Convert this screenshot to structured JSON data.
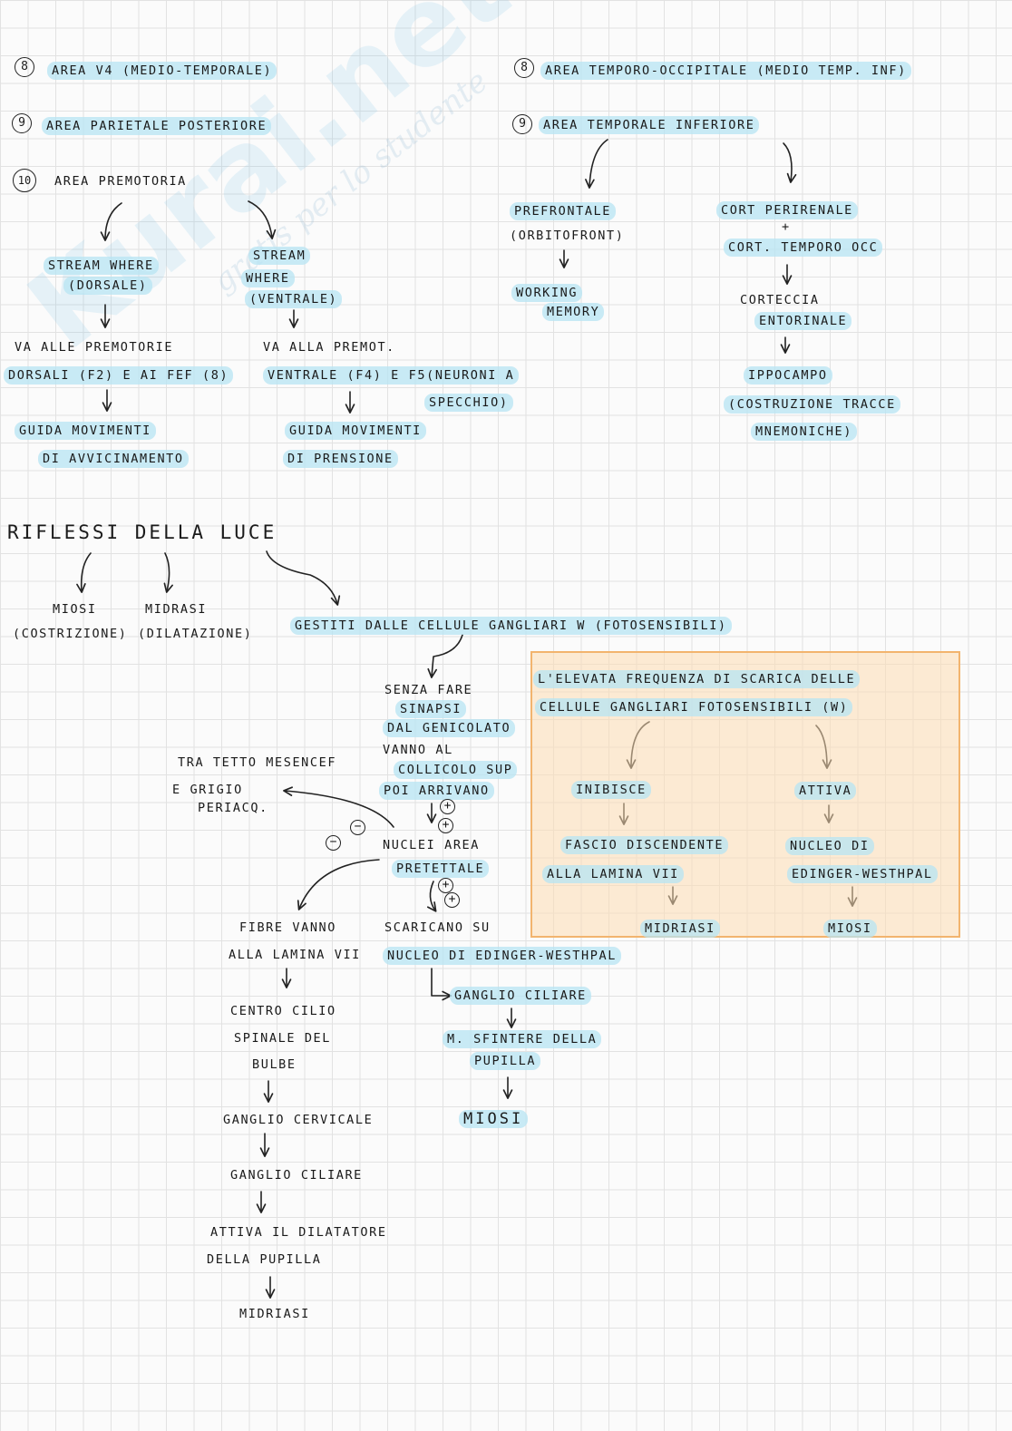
{
  "watermark": {
    "logo": "Kurai.net",
    "tagline": "gratis per lo studente"
  },
  "left_top": {
    "n8": "8",
    "l8": "AREA  V4 (MEDIO-TEMPORALE)",
    "n9": "9",
    "l9": "AREA  PARIETALE  POSTERIORE",
    "n10": "10",
    "l10": "AREA  PREMOTORIA",
    "dorsal": [
      "STREAM  WHERE",
      "(DORSALE)"
    ],
    "ventral": [
      "STREAM",
      "WHERE",
      "(VENTRALE)"
    ],
    "dorsal_to": [
      "VA  ALLE  PREMOTORIE",
      "DORSALI (F2) E  AI  FEF (8)"
    ],
    "ventral_to": [
      "VA  ALLA  PREMOT.",
      "VENTRALE (F4) E  F5(NEURONI  A",
      "SPECCHIO)"
    ],
    "dorsal_guide": [
      "GUIDA  MOVIMENTI",
      "DI  AVVICINAMENTO"
    ],
    "ventral_guide": [
      "GUIDA  MOVIMENTI",
      "DI  PRENSIONE"
    ]
  },
  "right_top": {
    "n8": "8",
    "l8": "AREA  TEMPORO-OCCIPITALE (MEDIO TEMP. INF)",
    "n9": "9",
    "l9": "AREA  TEMPORALE  INFERIORE",
    "pref": [
      "PREFRONTALE",
      "(ORBITOFRONT)"
    ],
    "wm": [
      "WORKING",
      "MEMORY"
    ],
    "cort1": "CORT  PERIRENALE",
    "plus": "+",
    "cort2": "CORT. TEMPORO OCC",
    "cort3": [
      "CORTECCIA",
      "ENTORINALE"
    ],
    "ipp": [
      "IPPOCAMPO",
      "(COSTRUZIONE  TRACCE",
      "MNEMONICHE)"
    ]
  },
  "riflessi": {
    "title": "RIFLESSI  DELLA  LUCE",
    "miosi": [
      "MIOSI",
      "(COSTRIZIONE)"
    ],
    "midrasi": [
      "MIDRASI",
      "(DILATAZIONE)"
    ],
    "gestiti": "GESTITI  DALLE  CELLULE GANGLIARI  W (FOTOSENSIBILI)",
    "senza": [
      "SENZA  FARE",
      "SINAPSI",
      "DAL  GENICOLATO",
      "VANNO  AL",
      "COLLICOLO  SUP",
      "POI  ARRIVANO"
    ],
    "nuclei": [
      "NUCLEI  AREA",
      "PRETETTALE"
    ],
    "tra": [
      "TRA  TETTO  MESENCEF",
      "E  GRIGIO",
      "PERIACQ."
    ],
    "fibre": [
      "FIBRE  VANNO",
      "ALLA  LAMINA  VII"
    ],
    "centro": [
      "CENTRO  CILIO",
      "SPINALE  DEL",
      "BULBE"
    ],
    "gang_cerv": "GANGLIO  CERVICALE",
    "gang_cil_l": "GANGLIO  CILIARE",
    "attiva": [
      "ATTIVA  IL  DILATATORE",
      "DELLA  PUPILLA"
    ],
    "midriasi_end": "MIDRIASI",
    "scaricano": [
      "SCARICANO  SU",
      "NUCLEO  DI  EDINGER-WESTHPAL"
    ],
    "gang_cil_r": "GANGLIO  CILIARE",
    "sfintere": [
      "M. SFINTERE  DELLA",
      "PUPILLA"
    ],
    "miosi_end": "MIOSI",
    "plus_sign": "+",
    "minus_sign": "−"
  },
  "box": {
    "line1": "L'ELEVATA  FREQUENZA  DI  SCARICA  DELLE",
    "line2": "CELLULE  GANGLIARI  FOTOSENSIBILI  (W)",
    "inibisce": "INIBISCE",
    "fascio": [
      "FASCIO  DISCENDENTE",
      "ALLA  LAMINA  VII"
    ],
    "midriasi": "MIDRIASI",
    "attiva": "ATTIVA",
    "nucleo": [
      "NUCLEO  DI",
      "EDINGER-WESTHPAL"
    ],
    "miosi": "MIOSI"
  }
}
